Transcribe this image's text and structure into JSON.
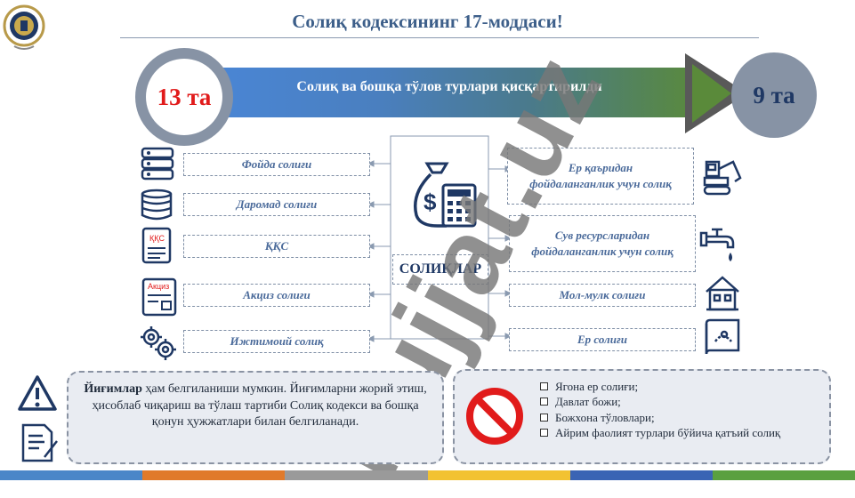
{
  "header": {
    "title": "Солиқ кодексининг 17-моддаси!"
  },
  "banner": {
    "left_count": "13 та",
    "right_count": "9 та",
    "arrow_text": "Солиқ ва бошқа тўлов турлари қисқартирилди"
  },
  "center": {
    "label": "СОЛИҚЛАР"
  },
  "left_taxes": [
    {
      "label": "Фойда солиғи",
      "icon": "server-icon"
    },
    {
      "label": "Даромад солиғи",
      "icon": "coins-icon"
    },
    {
      "label": "ҚҚС",
      "icon": "vat-document-icon",
      "icon_text": "ҚҚС"
    },
    {
      "label": "Акциз солиғи",
      "icon": "excise-document-icon",
      "icon_text": "Акциз"
    },
    {
      "label": "Ижтимоий солиқ",
      "icon": "gears-icon"
    }
  ],
  "right_taxes": [
    {
      "label": "Ер қаъридан фойдаланганлик учун солиқ",
      "icon": "excavator-icon"
    },
    {
      "label": "Сув ресурсларидан фойдаланганлик учун солиқ",
      "icon": "water-tap-icon"
    },
    {
      "label": "Мол-мулк солиғи",
      "icon": "house-icon"
    },
    {
      "label": "Ер солиғи",
      "icon": "land-map-icon"
    }
  ],
  "note": {
    "bold": "Йиғимлар",
    "text": " ҳам белгиланиши мумкин. Йиғимларни жорий этиш, ҳисоблаб чиқариш ва тўлаш тартиби Солиқ кодекси ва бошқа қонун ҳужжатлари билан белгиланади."
  },
  "abolished": {
    "icon": "prohibited-icon",
    "items": [
      "Ягона ер солиғи;",
      "Давлат божи;",
      "Божхона тўловлари;",
      "Айрим фаолият турлари бўйича қатъий солиқ"
    ]
  },
  "watermark": "Hujjat.uz",
  "colors": {
    "title": "#3d5f8a",
    "accent_red": "#e11b1b",
    "navy": "#1f3864",
    "ring": "#8793a5",
    "footer": [
      "#4a86c8",
      "#e07a2a",
      "#9a9a9a",
      "#f2c232",
      "#3a64b4",
      "#5aa040"
    ]
  }
}
